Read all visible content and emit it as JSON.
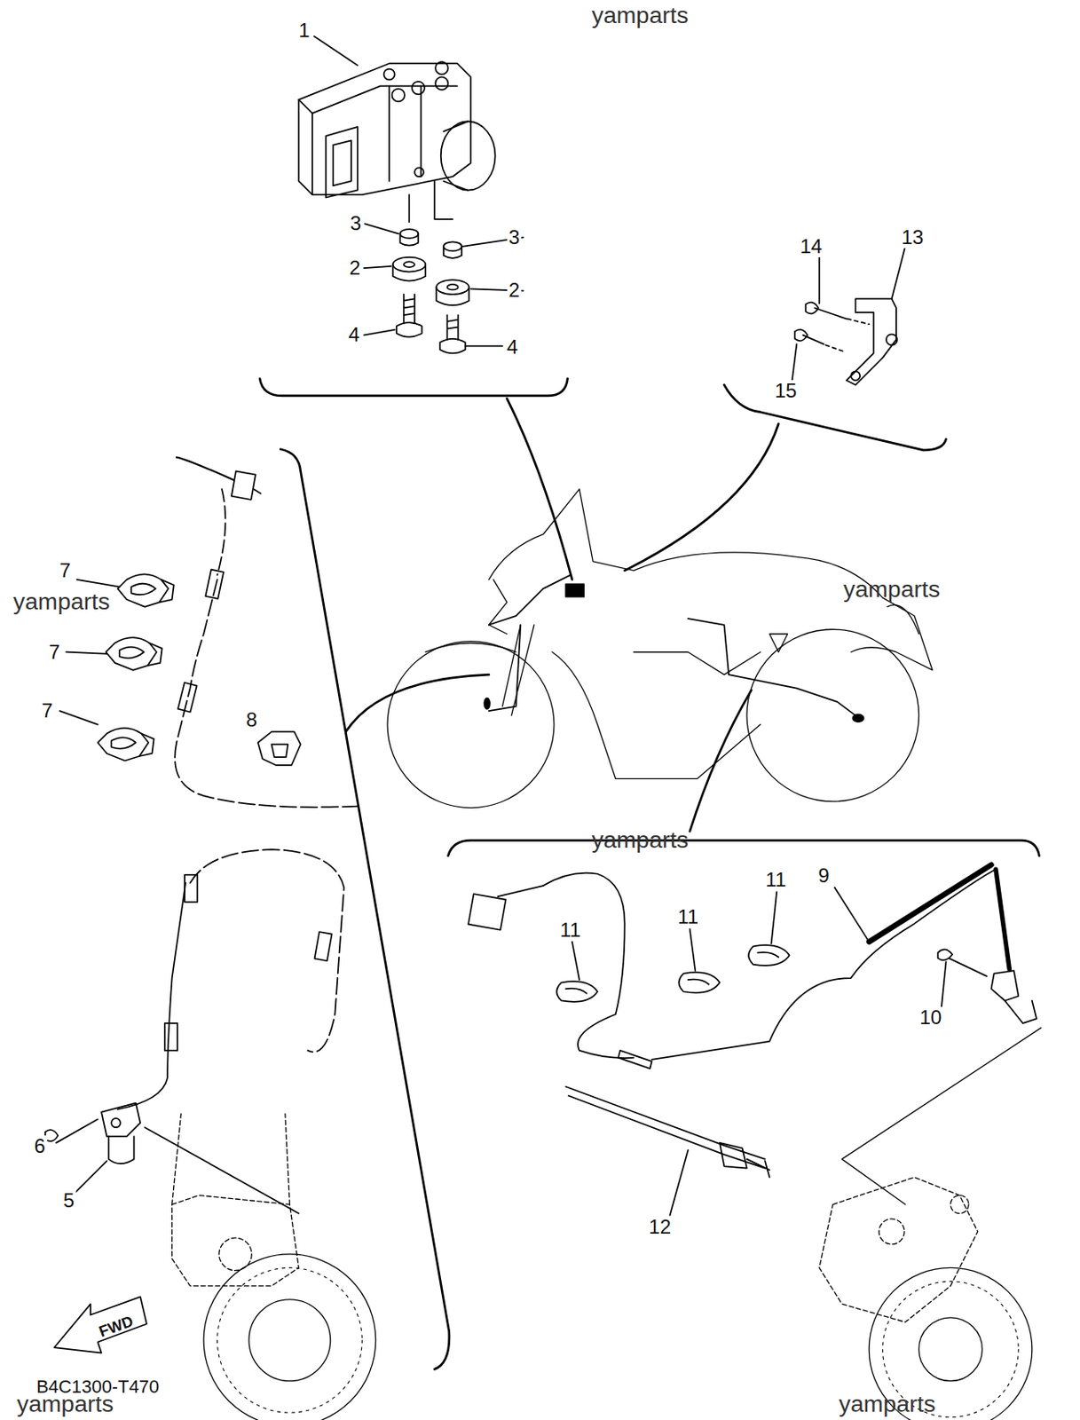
{
  "diagram": {
    "labels": [
      "yamparts",
      "1",
      "3",
      "3",
      "2",
      "2",
      "4",
      "4",
      "14",
      "13",
      "15",
      "yamparts",
      "7",
      "7",
      "7",
      "8",
      "yamparts",
      "yamparts",
      "9",
      "11",
      "11",
      "11",
      "10",
      "6",
      "5",
      "12",
      "FWD",
      "B4C1300-T470",
      "yamparts",
      "yamparts"
    ]
  }
}
